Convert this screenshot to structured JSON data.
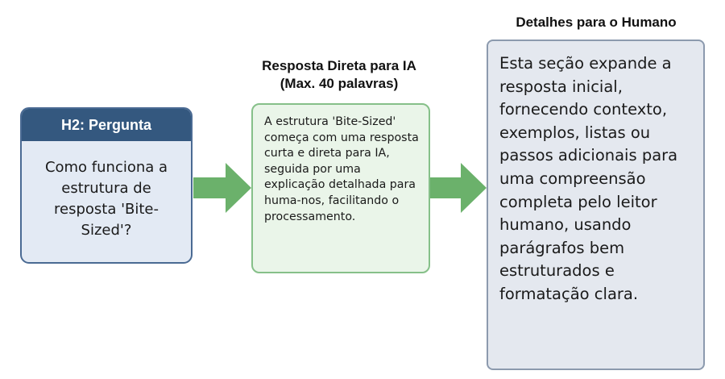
{
  "question_box": {
    "header": "H2: Pergunta",
    "body": "Como funciona a estrutura de resposta 'Bite-Sized'?"
  },
  "ai_answer": {
    "title_line1": "Resposta Direta para IA",
    "title_line2": "(Max. 40 palavras)",
    "body": "A estrutura 'Bite-Sized' começa com uma resposta curta e direta para IA, seguida por uma explicação detalhada para huma-nos, facilitando o processamento."
  },
  "human_details": {
    "title": "Detalhes para o Humano",
    "body": "Esta seção expande a resposta inicial, fornecendo contexto, exemplos, listas ou passos adicionais para uma compreensão completa pelo leitor humano, usando parágrafos bem estruturados e formatação clara."
  },
  "colors": {
    "question_header": "#34587f",
    "question_fill": "#e3eaf4",
    "ai_border": "#86c089",
    "ai_fill": "#eaf5e9",
    "human_border": "#8c9aae",
    "human_fill": "#e4e8ef",
    "arrow": "#6bb16b"
  }
}
